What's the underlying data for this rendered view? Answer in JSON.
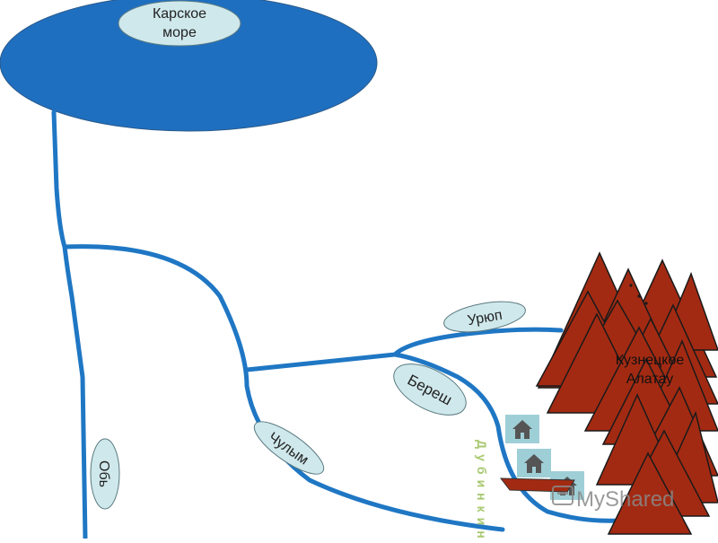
{
  "labels": {
    "sea_line1": "Карское",
    "sea_line2": "море",
    "ob": "Обь",
    "chulym": "Чулым",
    "uryup": "Урюп",
    "beresh": "Береш",
    "mountains_line1": "Кузнецкое",
    "mountains_line2": "Алатау",
    "vertical_word": "Дубинкино"
  },
  "watermark": "MyShared",
  "colors": {
    "sea": "#1f6fc0",
    "river": "#1f77c4",
    "label_fill": "#cfe8ec",
    "mountain_fill": "#a32a12",
    "mountain_stroke": "#1a1a1a",
    "house_bg": "#9fcfd6",
    "house": "#555555",
    "vertical_word": "#a8c870"
  },
  "icons": [
    "house-icon",
    "house-icon",
    "house-icon"
  ]
}
